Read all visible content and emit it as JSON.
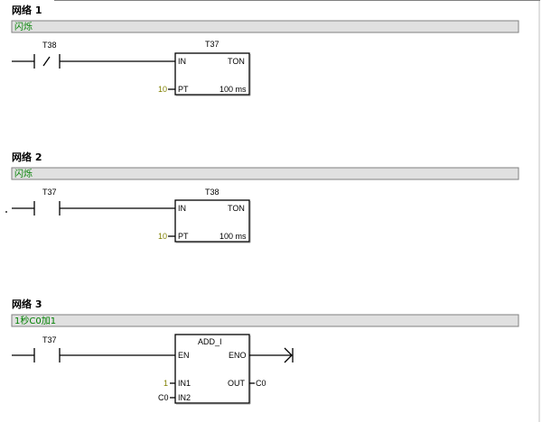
{
  "networks": [
    {
      "title": "网络 1",
      "comment": "闪烁",
      "contact": {
        "label": "T38",
        "symbol": "/"
      },
      "block": {
        "name": "T37",
        "in_label": "IN",
        "type_label": "TON",
        "pt_label": "PT",
        "resolution": "100 ms",
        "pt_value": "10"
      }
    },
    {
      "title": "网络 2",
      "comment": "闪烁",
      "contact": {
        "label": "T37",
        "symbol": ""
      },
      "block": {
        "name": "T38",
        "in_label": "IN",
        "type_label": "TON",
        "pt_label": "PT",
        "resolution": "100 ms",
        "pt_value": "10"
      }
    },
    {
      "title": "网络 3",
      "comment": "1秒C0加1",
      "contact": {
        "label": "T37",
        "symbol": ""
      },
      "block": {
        "name": "ADD_I",
        "en_label": "EN",
        "eno_label": "ENO",
        "in1_label": "IN1",
        "in2_label": "IN2",
        "out_label": "OUT",
        "in1_value": "1",
        "in2_value": "C0",
        "out_value": "C0"
      }
    }
  ]
}
